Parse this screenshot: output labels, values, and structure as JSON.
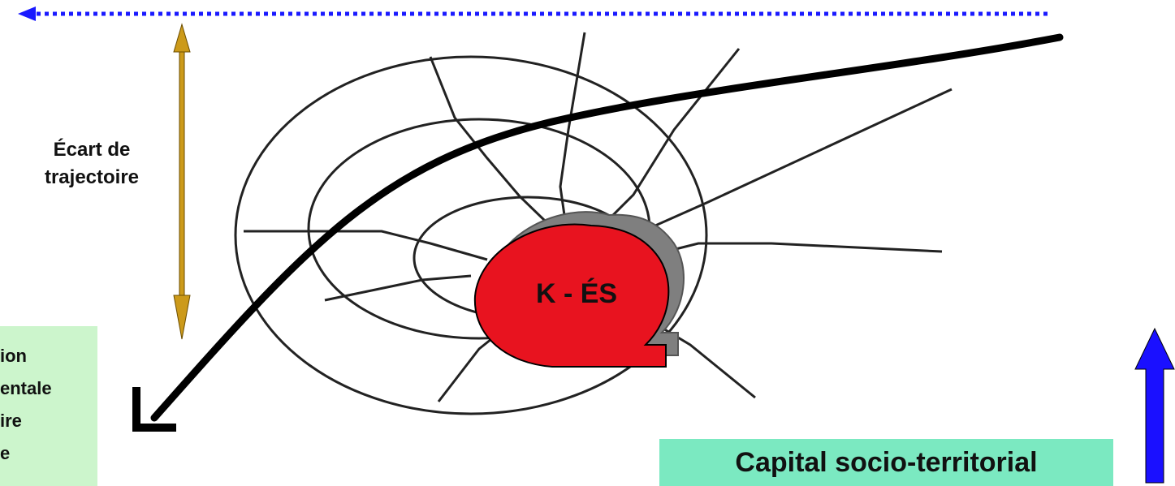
{
  "labels": {
    "trajectory_gap": [
      "Écart de",
      "trajectoire"
    ],
    "center": "K - ÉS",
    "capital": "Capital socio-territorial",
    "cropped_box_lines": [
      "ion",
      "entale",
      "ire",
      "e"
    ]
  },
  "colors": {
    "dotted_arrow": "#1a1aff",
    "gap_arrow": "#cc9a1a",
    "trajectory": "#000000",
    "center_fill": "#e8131f",
    "center_shadow": "#7f7f7f",
    "grid_lines": "#222222",
    "green_box": "#ccf5cc",
    "capital_box": "#7be9c1",
    "up_arrow": "#1a10ff"
  }
}
